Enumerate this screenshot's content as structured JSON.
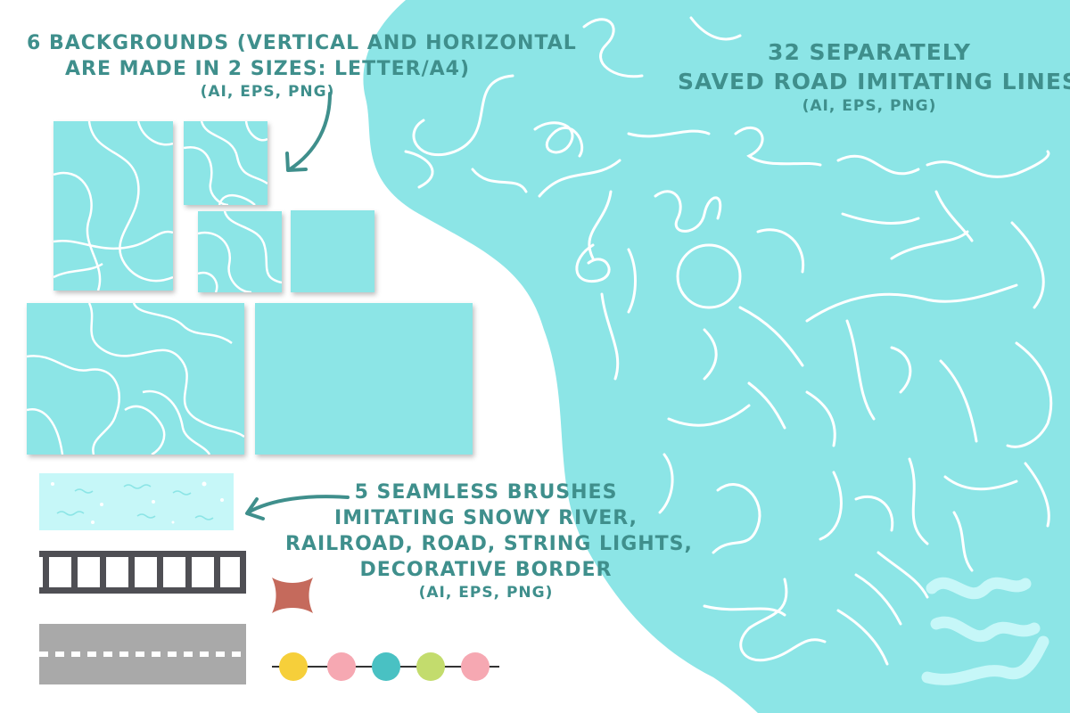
{
  "colors": {
    "accent_text": "#3f8f8c",
    "aqua": "#8ce5e6",
    "pale_aqua": "#c6f7f8",
    "rail": "#4f4f54",
    "road": "#a9a9a9",
    "border_shape": "#c56a5c",
    "lights": [
      "#f6cf3a",
      "#f6a8b2",
      "#49c1c3",
      "#c3dc6d",
      "#f6a8b2"
    ]
  },
  "captions": {
    "backgrounds": {
      "line1": "6 BACKGROUNDS (VERTICAL AND HORIZONTAL",
      "line2": "ARE MADE IN 2 SIZES: LETTER/A4)",
      "formats": "(AI, EPS, PNG)"
    },
    "lines": {
      "line1": "32 SEPARATELY",
      "line2": "SAVED ROAD IMITATING LINES",
      "formats": "(AI, EPS, PNG)"
    },
    "brushes": {
      "line1": "5 SEAMLESS BRUSHES",
      "line2": "IMITATING SNOWY RIVER,",
      "line3": "RAILROAD, ROAD, STRING LIGHTS,",
      "line4": "DECORATIVE BORDER",
      "formats": "(AI, EPS, PNG)"
    }
  },
  "icons": [
    "curved-arrow-icon",
    "curved-arrow-icon"
  ],
  "backgrounds": [
    "patterned",
    "patterned",
    "patterned",
    "plain",
    "patterned",
    "plain"
  ],
  "brushes": [
    "snowy-river",
    "railroad",
    "road",
    "decorative-border",
    "string-lights"
  ],
  "road_lines_count": 32
}
